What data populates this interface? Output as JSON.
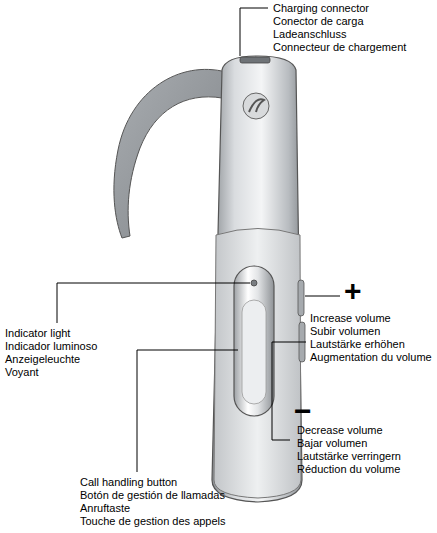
{
  "diagram": {
    "labels": [
      "Charging connector",
      "Conector de carga",
      "Ladeanschluss",
      "Connecteur de chargement",
      "+",
      "Increase volume",
      "Subir volumen",
      "Lautstärke erhöhen",
      "Augmentation du volume",
      "Indicator light",
      "Indicador luminoso",
      "Anzeigeleuchte",
      "Voyant",
      "−",
      "Decrease volume",
      "Bajar volumen",
      "Lautstärke verringern",
      "Réduction du volume",
      "Call handling button",
      "Botón de gestión de llamadas",
      "Anruftaste",
      "Touche de gestion des appels"
    ]
  }
}
